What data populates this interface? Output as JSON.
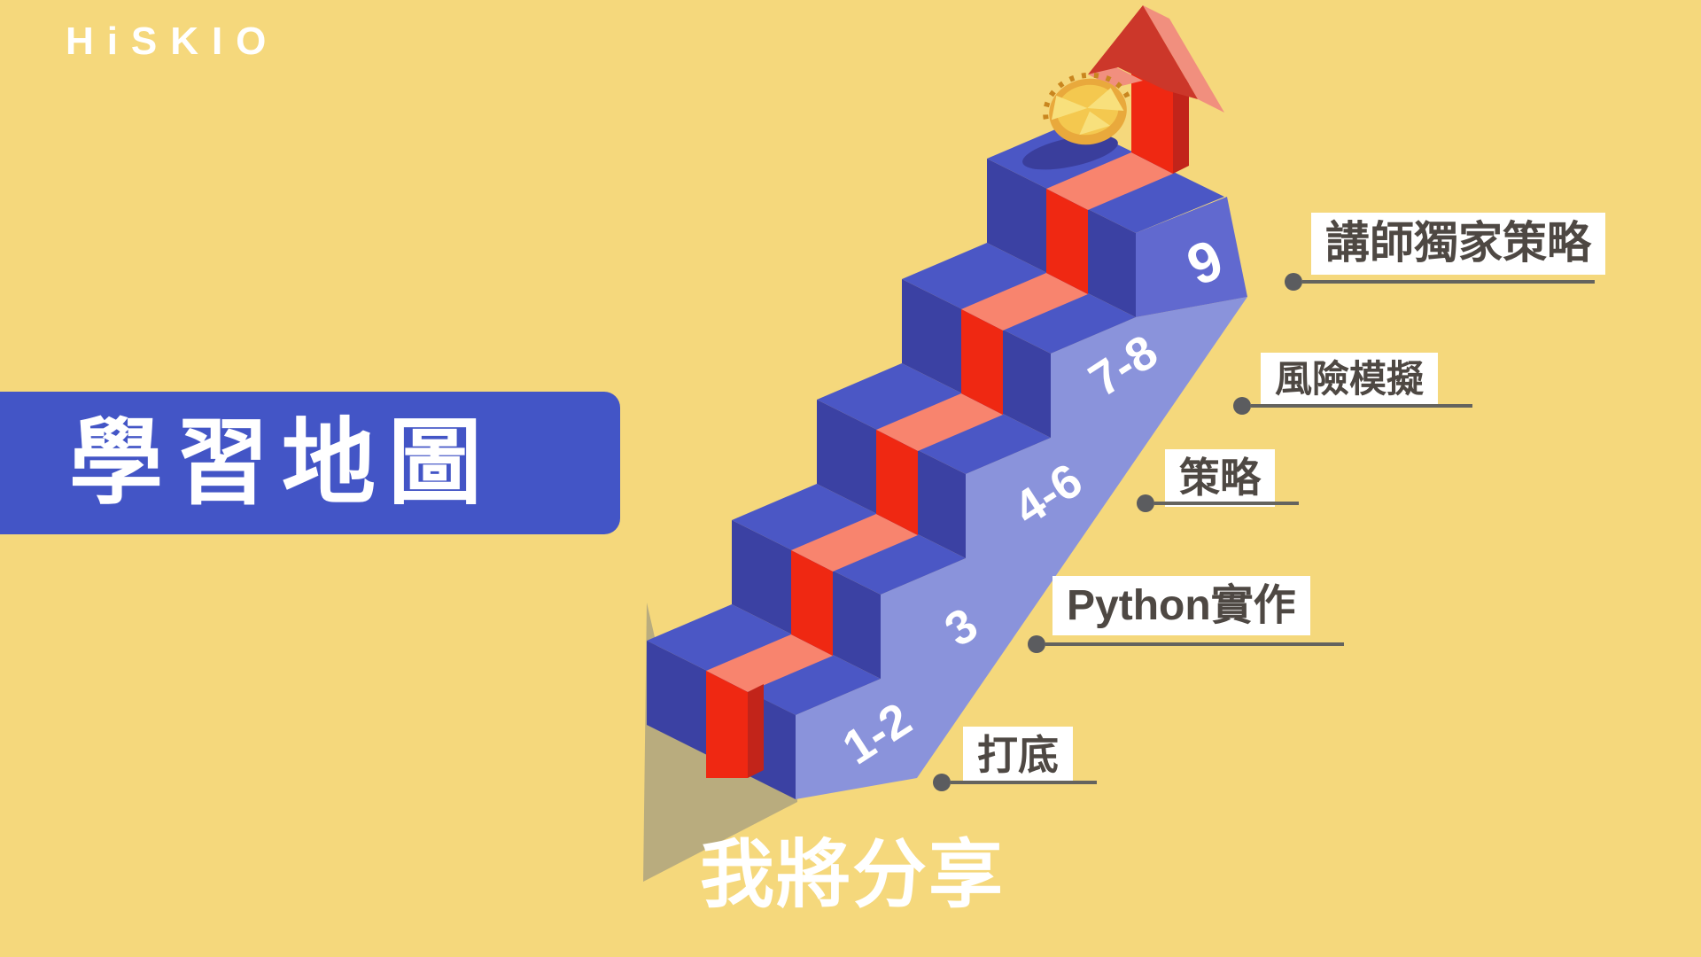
{
  "page": {
    "background_color": "#F5D87C"
  },
  "logo": {
    "text": "HiSKIO",
    "color": "#FFFFFF"
  },
  "title_banner": {
    "text": "學習地圖",
    "bg_color": "#4355C6",
    "text_color": "#FFFFFF"
  },
  "caption": {
    "text": "我將分享",
    "color": "#FFFFFF"
  },
  "staircase": {
    "description": "Isometric five-step learning staircase climbed by a red ribbon that ends in an upward 3D arrow with a gold coin on the top step",
    "colors": {
      "step_top": "#4B57C5",
      "step_front": "#3B41A3",
      "side_ramp": "#8A93DB",
      "side_top_step": "#6169CF",
      "ribbon_red": "#EF2812",
      "ribbon_highlight": "#F8846E",
      "ribbon_dark": "#C2241A",
      "arrow_front": "#CC372A",
      "arrow_side": "#F18F7E",
      "ground_shadow": "#B9AC7E",
      "coin_ring": "#E9A93C",
      "coin_face": "#F4C84F",
      "coin_highlight": "#F8E07C",
      "coin_shadow": "#3A3E9C",
      "number_color": "#FFFFFF"
    },
    "step_numbers": [
      {
        "label": "1-2"
      },
      {
        "label": "3"
      },
      {
        "label": "4-6"
      },
      {
        "label": "7-8"
      },
      {
        "label": "9"
      }
    ],
    "milestones": [
      {
        "label": "打底",
        "beside_step": "1-2"
      },
      {
        "label": "Python實作",
        "beside_step": "3"
      },
      {
        "label": "策略",
        "beside_step": "4-6"
      },
      {
        "label": "風險模擬",
        "beside_step": "7-8"
      },
      {
        "label": "講師獨家策略",
        "beside_step": "9"
      }
    ],
    "label_text_color": "#4E4843",
    "connector_color": "#64635E"
  }
}
